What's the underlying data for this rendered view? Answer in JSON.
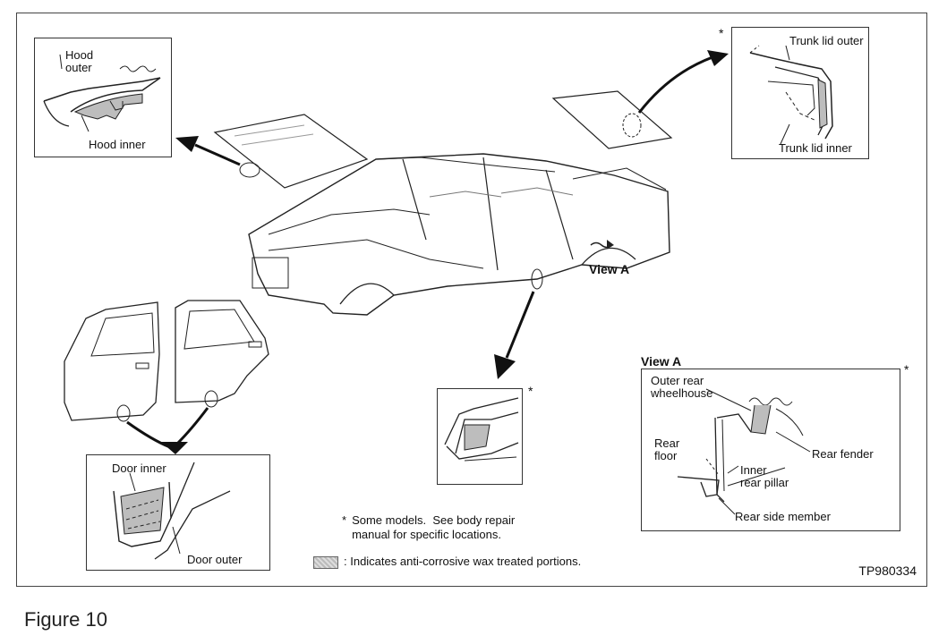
{
  "callouts": {
    "hood_outer": "Hood\nouter",
    "hood_inner": "Hood inner",
    "trunk_lid_outer": "Trunk lid outer",
    "trunk_lid_inner": "Trunk lid inner",
    "view_a_marker": "View A",
    "door_inner": "Door inner",
    "door_outer": "Door outer",
    "view_a_title": "View A",
    "outer_rear_wheelhouse": "Outer rear\nwheelhouse",
    "rear_fender": "Rear fender",
    "rear_floor": "Rear\nfloor",
    "inner_rear_pillar": "Inner\nrear pillar",
    "rear_side_member": "Rear side member"
  },
  "notes": {
    "star_symbol": "*",
    "some_models": "Some models.  See body repair\nmanual for specific locations.",
    "legend_text": ": Indicates anti-corrosive wax treated portions."
  },
  "figure_ref": "TP980334",
  "caption": "Figure 10"
}
